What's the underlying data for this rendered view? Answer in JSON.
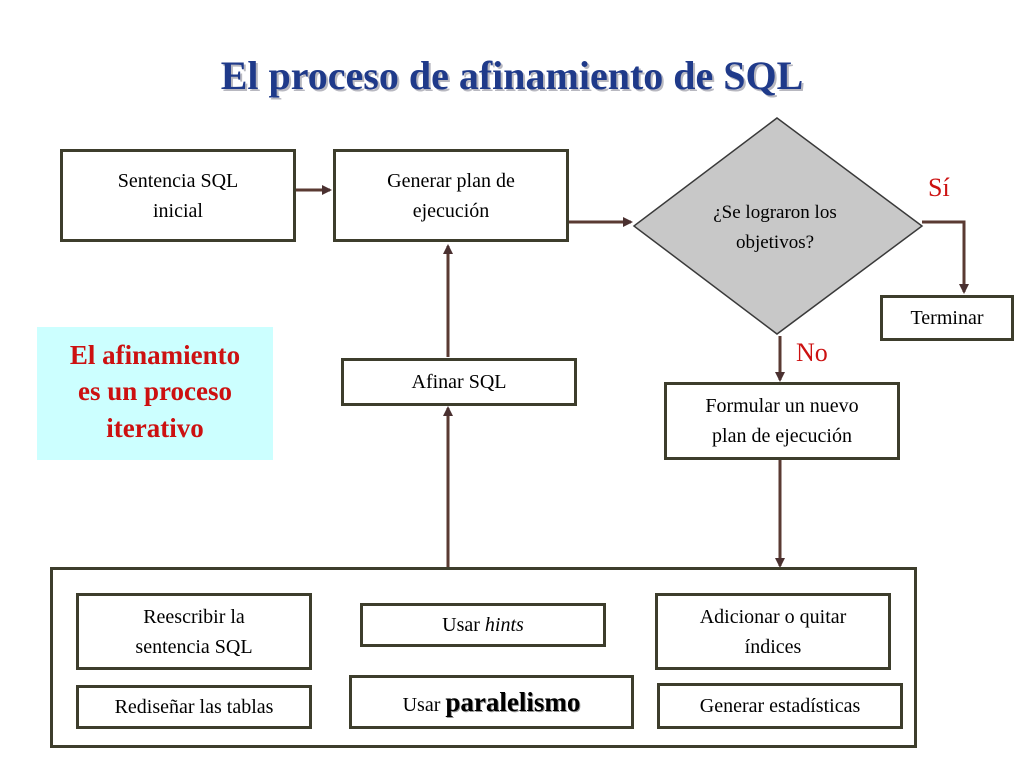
{
  "title": "El proceso de afinamiento de SQL",
  "boxes": {
    "sentencia_inicial": {
      "line1": "Sentencia SQL",
      "line2": "inicial"
    },
    "generar_plan": {
      "line1": "Generar plan de",
      "line2": "ejecución"
    },
    "decision": {
      "line1": "¿Se lograron los",
      "line2": "objetivos?"
    },
    "terminar": "Terminar",
    "afinar_sql": "Afinar SQL",
    "formular_plan": {
      "line1": "Formular un nuevo",
      "line2": "plan de ejecución"
    }
  },
  "labels": {
    "si": "Sí",
    "no": "No"
  },
  "note": {
    "line1": "El afinamiento",
    "line2": "es un proceso",
    "line3": "iterativo"
  },
  "options": {
    "reescribir": {
      "line1": "Reescribir la",
      "line2": "sentencia SQL"
    },
    "usar_hints": {
      "prefix": "Usar ",
      "emphasis": "hints"
    },
    "adicionar_indices": {
      "line1": "Adicionar o quitar",
      "line2": "índices"
    },
    "redisenar": "Rediseñar las tablas",
    "paralelismo": {
      "prefix": "Usar ",
      "emphasis": "paralelismo"
    },
    "estadisticas": "Generar estadísticas"
  },
  "colors": {
    "title": "#1f3a8a",
    "accent_red": "#cc1111",
    "note_bg": "#ccffff",
    "border": "#3d3d2c",
    "diamond": "#c8c8c8",
    "arrow": "#5a3a32"
  }
}
